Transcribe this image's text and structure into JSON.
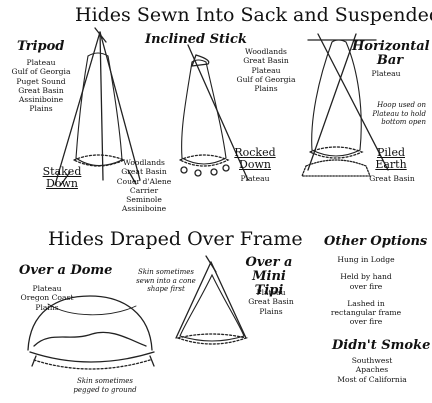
{
  "title_top": "Hides Sewn Into Sack and Suspended",
  "title_bottom": "Hides Draped Over Frame",
  "tripod": {
    "label": "Tripod",
    "regions": [
      "Plateau",
      "Gulf of Georgia",
      "Puget Sound",
      "Great Basin",
      "Assiniboine",
      "Plains"
    ],
    "sub_label": "Staked Down",
    "sub_regions": [
      "Woodlands",
      "Great Basin",
      "Couer d'Alene",
      "Carrier",
      "Seminole",
      "Assiniboine"
    ]
  },
  "inclined_stick": {
    "label": "Inclined Stick",
    "regions": [
      "Woodlands",
      "Great Basin",
      "Plateau",
      "Gulf of Georgia",
      "Plains"
    ],
    "sub_label": "Rocked Down",
    "sub_regions": [
      "Plateau"
    ]
  },
  "horizontal_bar": {
    "label": "Horizontal Bar",
    "regions": [
      "Plateau"
    ],
    "note": [
      "Hoop used on",
      "Plateau to hold",
      "bottom open"
    ],
    "sub_label": "Piled Earth",
    "sub_regions": [
      "Great Basin"
    ]
  },
  "dome": {
    "label": "Over a Dome",
    "regions": [
      "Plateau",
      "Oregon Coast",
      "Plains"
    ],
    "note": [
      "Skin sometimes",
      "pegged to ground"
    ]
  },
  "mini_tipi": {
    "label": "Over a Mini Tipi",
    "regions": [
      "Plateau",
      "Great Basin",
      "Plains"
    ],
    "note": [
      "Skin sometimes",
      "sewn into a cone",
      "shape first"
    ]
  },
  "other_options": {
    "label": "Other Options",
    "items": [
      "Hung in Lodge",
      "Held by hand over fire",
      "Lashed in rectangular frame over fire"
    ]
  },
  "didnt_smoke": {
    "label": "Didn't Smoke",
    "regions": [
      "Southwest",
      "Apaches",
      "Most of California"
    ]
  }
}
